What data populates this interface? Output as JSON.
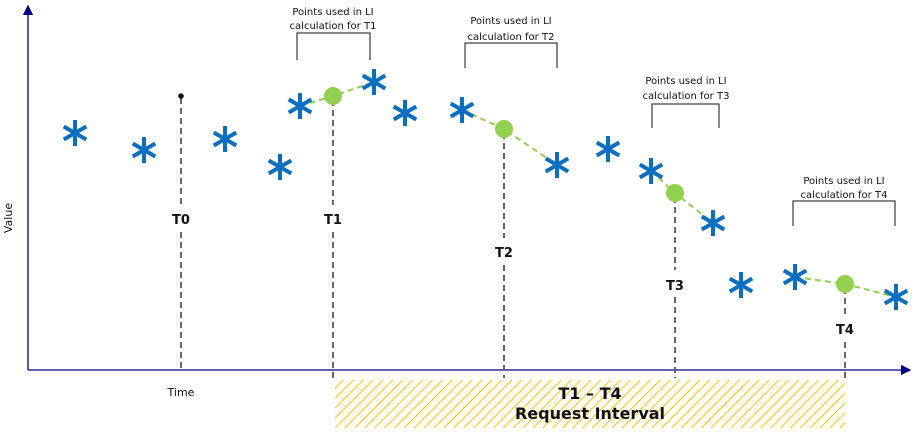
{
  "axes": {
    "y_label": "Value",
    "x_label": "Time"
  },
  "time_labels": [
    "T0",
    "T1",
    "T2",
    "T3",
    "T4"
  ],
  "brackets": [
    {
      "line1": "Points used in LI",
      "line2": "calculation for T1"
    },
    {
      "line1": "Points used in LI",
      "line2": "calculation for T2"
    },
    {
      "line1": "Points used in LI",
      "line2": "calculation for T3"
    },
    {
      "line1": "Points used in LI",
      "line2": "calculation for T4"
    }
  ],
  "interval": {
    "range": "T1 – T4",
    "label": "Request Interval"
  },
  "colors": {
    "sample": "#0a6fc0",
    "interpolated": "#92d050",
    "hatch": "#ffc000",
    "axis": "#00008b"
  }
}
